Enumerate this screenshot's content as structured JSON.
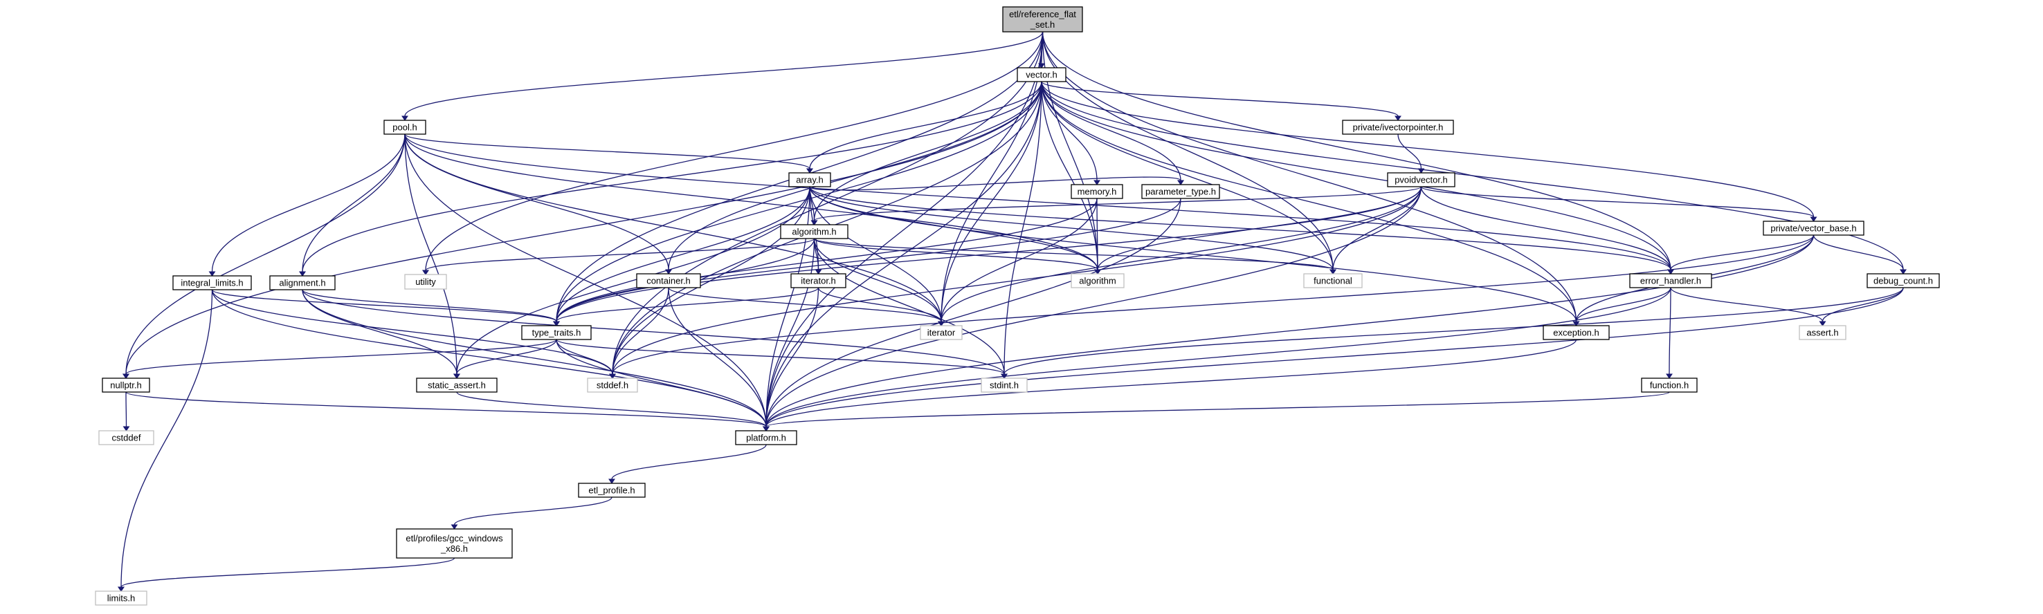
{
  "diagram": {
    "nodes": [
      {
        "id": "reference_flat_set",
        "lines": [
          "etl/reference_flat",
          "_set.h"
        ],
        "style": "root"
      },
      {
        "id": "vector",
        "lines": [
          "vector.h"
        ],
        "style": "internal"
      },
      {
        "id": "pool",
        "lines": [
          "pool.h"
        ],
        "style": "internal"
      },
      {
        "id": "ivectorpointer",
        "lines": [
          "private/ivectorpointer.h"
        ],
        "style": "internal"
      },
      {
        "id": "array",
        "lines": [
          "array.h"
        ],
        "style": "internal"
      },
      {
        "id": "pvoidvector",
        "lines": [
          "pvoidvector.h"
        ],
        "style": "internal"
      },
      {
        "id": "memory",
        "lines": [
          "memory.h"
        ],
        "style": "internal"
      },
      {
        "id": "parameter_type",
        "lines": [
          "parameter_type.h"
        ],
        "style": "internal"
      },
      {
        "id": "algorithm_h",
        "lines": [
          "algorithm.h"
        ],
        "style": "internal"
      },
      {
        "id": "vector_base",
        "lines": [
          "private/vector_base.h"
        ],
        "style": "internal"
      },
      {
        "id": "integral_limits",
        "lines": [
          "integral_limits.h"
        ],
        "style": "internal"
      },
      {
        "id": "alignment",
        "lines": [
          "alignment.h"
        ],
        "style": "internal"
      },
      {
        "id": "utility",
        "lines": [
          "utility"
        ],
        "style": "external"
      },
      {
        "id": "container",
        "lines": [
          "container.h"
        ],
        "style": "internal"
      },
      {
        "id": "iterator_h",
        "lines": [
          "iterator.h"
        ],
        "style": "internal"
      },
      {
        "id": "algorithm_std",
        "lines": [
          "algorithm"
        ],
        "style": "external"
      },
      {
        "id": "functional",
        "lines": [
          "functional"
        ],
        "style": "external"
      },
      {
        "id": "error_handler",
        "lines": [
          "error_handler.h"
        ],
        "style": "internal"
      },
      {
        "id": "debug_count",
        "lines": [
          "debug_count.h"
        ],
        "style": "internal"
      },
      {
        "id": "type_traits",
        "lines": [
          "type_traits.h"
        ],
        "style": "internal"
      },
      {
        "id": "iterator_std",
        "lines": [
          "iterator"
        ],
        "style": "external"
      },
      {
        "id": "exception",
        "lines": [
          "exception.h"
        ],
        "style": "internal"
      },
      {
        "id": "assert",
        "lines": [
          "assert.h"
        ],
        "style": "external"
      },
      {
        "id": "nullptr",
        "lines": [
          "nullptr.h"
        ],
        "style": "internal"
      },
      {
        "id": "static_assert",
        "lines": [
          "static_assert.h"
        ],
        "style": "internal"
      },
      {
        "id": "stddef",
        "lines": [
          "stddef.h"
        ],
        "style": "external"
      },
      {
        "id": "stdint",
        "lines": [
          "stdint.h"
        ],
        "style": "external"
      },
      {
        "id": "function",
        "lines": [
          "function.h"
        ],
        "style": "internal"
      },
      {
        "id": "cstddef",
        "lines": [
          "cstddef"
        ],
        "style": "external"
      },
      {
        "id": "platform",
        "lines": [
          "platform.h"
        ],
        "style": "internal"
      },
      {
        "id": "etl_profile",
        "lines": [
          "etl_profile.h"
        ],
        "style": "internal"
      },
      {
        "id": "gcc_windows",
        "lines": [
          "etl/profiles/gcc_windows",
          "_x86.h"
        ],
        "style": "internal"
      },
      {
        "id": "limits",
        "lines": [
          "limits.h"
        ],
        "style": "external"
      }
    ],
    "edges": [
      [
        "reference_flat_set",
        "vector"
      ],
      [
        "reference_flat_set",
        "pool"
      ],
      [
        "reference_flat_set",
        "type_traits"
      ],
      [
        "reference_flat_set",
        "stddef"
      ],
      [
        "reference_flat_set",
        "utility"
      ],
      [
        "reference_flat_set",
        "algorithm_std"
      ],
      [
        "reference_flat_set",
        "functional"
      ],
      [
        "reference_flat_set",
        "iterator_std"
      ],
      [
        "reference_flat_set",
        "error_handler"
      ],
      [
        "reference_flat_set",
        "exception"
      ],
      [
        "reference_flat_set",
        "platform"
      ],
      [
        "vector",
        "ivectorpointer"
      ],
      [
        "vector",
        "vector_base"
      ],
      [
        "vector",
        "array"
      ],
      [
        "vector",
        "algorithm_h"
      ],
      [
        "vector",
        "memory"
      ],
      [
        "vector",
        "parameter_type"
      ],
      [
        "vector",
        "container"
      ],
      [
        "vector",
        "alignment"
      ],
      [
        "vector",
        "type_traits"
      ],
      [
        "vector",
        "error_handler"
      ],
      [
        "vector",
        "debug_count"
      ],
      [
        "vector",
        "exception"
      ],
      [
        "vector",
        "nullptr"
      ],
      [
        "vector",
        "stddef"
      ],
      [
        "vector",
        "stdint"
      ],
      [
        "vector",
        "functional"
      ],
      [
        "vector",
        "algorithm_std"
      ],
      [
        "vector",
        "iterator_std"
      ],
      [
        "vector",
        "platform"
      ],
      [
        "pool",
        "alignment"
      ],
      [
        "pool",
        "array"
      ],
      [
        "pool",
        "container"
      ],
      [
        "pool",
        "integral_limits"
      ],
      [
        "pool",
        "nullptr"
      ],
      [
        "pool",
        "static_assert"
      ],
      [
        "pool",
        "error_handler"
      ],
      [
        "pool",
        "iterator_std"
      ],
      [
        "pool",
        "algorithm_std"
      ],
      [
        "pool",
        "platform"
      ],
      [
        "ivectorpointer",
        "pvoidvector"
      ],
      [
        "array",
        "algorithm_h"
      ],
      [
        "array",
        "iterator_h"
      ],
      [
        "array",
        "type_traits"
      ],
      [
        "array",
        "parameter_type"
      ],
      [
        "array",
        "static_assert"
      ],
      [
        "array",
        "error_handler"
      ],
      [
        "array",
        "exception"
      ],
      [
        "array",
        "iterator_std"
      ],
      [
        "array",
        "functional"
      ],
      [
        "array",
        "algorithm_std"
      ],
      [
        "array",
        "stddef"
      ],
      [
        "array",
        "platform"
      ],
      [
        "pvoidvector",
        "algorithm_h"
      ],
      [
        "pvoidvector",
        "vector_base"
      ],
      [
        "pvoidvector",
        "type_traits"
      ],
      [
        "pvoidvector",
        "error_handler"
      ],
      [
        "pvoidvector",
        "algorithm_std"
      ],
      [
        "pvoidvector",
        "functional"
      ],
      [
        "pvoidvector",
        "iterator_std"
      ],
      [
        "pvoidvector",
        "stddef"
      ],
      [
        "pvoidvector",
        "platform"
      ],
      [
        "memory",
        "type_traits"
      ],
      [
        "memory",
        "algorithm_std"
      ],
      [
        "memory",
        "iterator_std"
      ],
      [
        "parameter_type",
        "type_traits"
      ],
      [
        "parameter_type",
        "platform"
      ],
      [
        "algorithm_h",
        "iterator_h"
      ],
      [
        "algorithm_h",
        "type_traits"
      ],
      [
        "algorithm_h",
        "utility"
      ],
      [
        "algorithm_h",
        "algorithm_std"
      ],
      [
        "algorithm_h",
        "functional"
      ],
      [
        "algorithm_h",
        "iterator_std"
      ],
      [
        "algorithm_h",
        "stdint"
      ],
      [
        "algorithm_h",
        "platform"
      ],
      [
        "vector_base",
        "error_handler"
      ],
      [
        "vector_base",
        "debug_count"
      ],
      [
        "vector_base",
        "exception"
      ],
      [
        "vector_base",
        "stddef"
      ],
      [
        "vector_base",
        "platform"
      ],
      [
        "integral_limits",
        "type_traits"
      ],
      [
        "integral_limits",
        "limits"
      ],
      [
        "integral_limits",
        "stddef"
      ],
      [
        "integral_limits",
        "platform"
      ],
      [
        "alignment",
        "type_traits"
      ],
      [
        "alignment",
        "static_assert"
      ],
      [
        "alignment",
        "stdint"
      ],
      [
        "alignment",
        "platform"
      ],
      [
        "container",
        "iterator_std"
      ],
      [
        "container",
        "stddef"
      ],
      [
        "container",
        "platform"
      ],
      [
        "iterator_h",
        "type_traits"
      ],
      [
        "iterator_h",
        "iterator_std"
      ],
      [
        "iterator_h",
        "platform"
      ],
      [
        "error_handler",
        "exception"
      ],
      [
        "error_handler",
        "function"
      ],
      [
        "error_handler",
        "assert"
      ],
      [
        "error_handler",
        "platform"
      ],
      [
        "debug_count",
        "assert"
      ],
      [
        "debug_count",
        "stdint"
      ],
      [
        "debug_count",
        "platform"
      ],
      [
        "type_traits",
        "nullptr"
      ],
      [
        "type_traits",
        "static_assert"
      ],
      [
        "type_traits",
        "stddef"
      ],
      [
        "type_traits",
        "stdint"
      ],
      [
        "type_traits",
        "platform"
      ],
      [
        "exception",
        "platform"
      ],
      [
        "nullptr",
        "cstddef"
      ],
      [
        "nullptr",
        "platform"
      ],
      [
        "static_assert",
        "platform"
      ],
      [
        "function",
        "platform"
      ],
      [
        "platform",
        "etl_profile"
      ],
      [
        "etl_profile",
        "gcc_windows"
      ],
      [
        "gcc_windows",
        "limits"
      ]
    ],
    "colors": {
      "edge": "#191970",
      "root_fill": "#bfbfbf",
      "internal_fill": "#ffffff",
      "internal_stroke": "#000000",
      "external_stroke": "#bfbfbf",
      "text": "#000000"
    }
  }
}
